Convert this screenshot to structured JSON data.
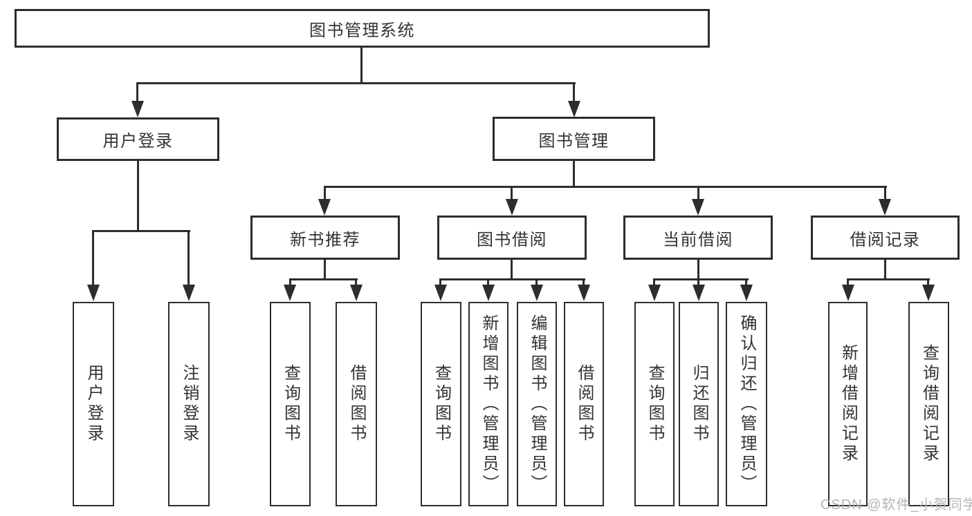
{
  "diagram": {
    "root": "图书管理系统",
    "level2": [
      {
        "label": "用户登录",
        "children": [
          "用户登录",
          "注销登录"
        ]
      },
      {
        "label": "图书管理",
        "children": [
          {
            "label": "新书推荐",
            "children": [
              "查询图书",
              "借阅图书"
            ]
          },
          {
            "label": "图书借阅",
            "children": [
              "查询图书",
              "新增图书（管理员）",
              "编辑图书（管理员）",
              "借阅图书"
            ]
          },
          {
            "label": "当前借阅",
            "children": [
              "查询图书",
              "归还图书",
              "确认归还（管理员）"
            ]
          },
          {
            "label": "借阅记录",
            "children": [
              "新增借阅记录",
              "查询借阅记录"
            ]
          }
        ]
      }
    ],
    "watermark": "CSDN @软件_小贺同学",
    "colors": {
      "line": "#2d2d2d",
      "text": "#333333",
      "watermark": "#b4b4b4",
      "background": "#ffffff"
    }
  }
}
